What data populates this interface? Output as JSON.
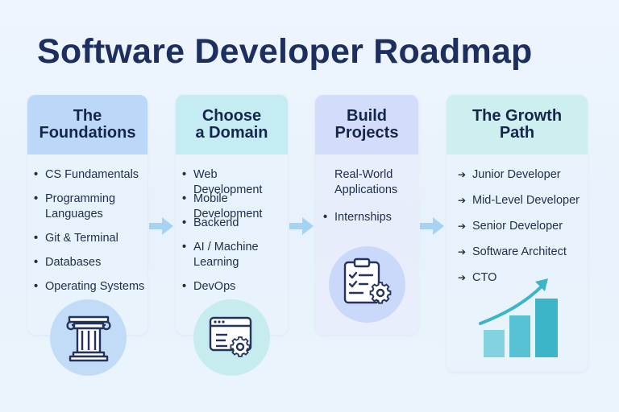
{
  "title": "Software Developer Roadmap",
  "columns": [
    {
      "heading": "The\nFoundations",
      "items": [
        "CS Fundamentals",
        "Programming\nLanguages",
        "Git & Terminal",
        "Databases",
        "Operating Systems"
      ],
      "icon": "pillar-icon"
    },
    {
      "heading": "Choose\na Domain",
      "items": [
        "Web Development",
        "Mobile Development",
        "Backend",
        "AI / Machine\nLearning",
        "DevOps"
      ],
      "icon": "browser-gear-icon"
    },
    {
      "heading": "Build\nProjects",
      "items": [
        "Real-World\nApplications",
        "Internships"
      ],
      "icon": "checklist-gear-icon"
    },
    {
      "heading": "The Growth\nPath",
      "items": [
        "Junior Developer",
        "Mid-Level Developer",
        "Senior Developer",
        "Software Architect",
        "CTO"
      ],
      "icon": "growth-chart-icon"
    }
  ],
  "colors": {
    "title": "#1c2f5e",
    "head1": "#bcd8f8",
    "head2": "#c4ecf2",
    "head3": "#d3dcfb",
    "head4": "#cdeff0",
    "arrow": "#a6d2f3",
    "chart": "#3db5c8"
  }
}
